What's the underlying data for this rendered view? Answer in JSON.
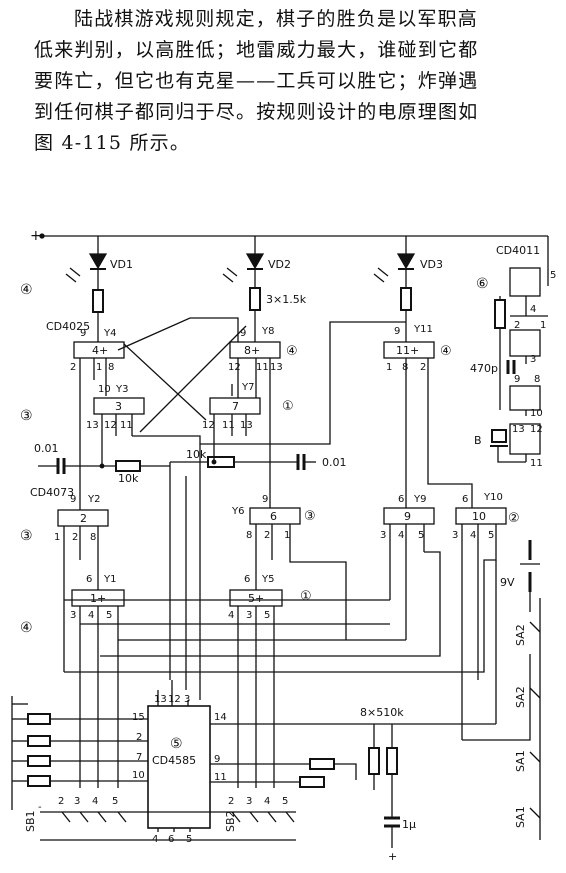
{
  "paragraph": {
    "lines": [
      "陆战棋游戏规则规定，棋子的胜负是以军职高",
      "低来判别，以高胜低；地雷威力最大，谁碰到它都",
      "要阵亡，但它也有克星——工兵可以胜它；炸弹遇",
      "到任何棋子都同归于尽。按规则设计的电原理图如",
      "图 4-115 所示。"
    ]
  },
  "schematic": {
    "supply_plus": "+",
    "leds": [
      "VD1",
      "VD2",
      "VD3"
    ],
    "resistor_led": "3×1.5k",
    "ic_labels": {
      "cd4025": "CD4025",
      "cd4073": "CD4073",
      "cd4011": "CD4011",
      "cd4585": "CD4585",
      "cd4585_num": "⑤"
    },
    "gates": {
      "g4": "4+",
      "g8": "8+",
      "g11": "11+",
      "g3": "3",
      "g7": "7",
      "g2": "2",
      "g6": "6",
      "g9": "9",
      "g10": "10",
      "g1": "1+",
      "g5": "5+"
    },
    "outputs": {
      "y1": "Y1",
      "y2": "Y2",
      "y3": "Y3",
      "y4": "Y4",
      "y5": "Y5",
      "y6": "Y6",
      "y7": "Y7",
      "y8": "Y8",
      "y9": "Y9",
      "y10": "Y10",
      "y11": "Y11"
    },
    "circled": {
      "c1": "①",
      "c2": "②",
      "c3": "③",
      "c4": "④",
      "c5": "⑤",
      "c6": "⑥"
    },
    "components": {
      "cap_left": "0.01",
      "res_left": "10k",
      "res_mid": "10k",
      "cap_mid": "0.01",
      "cap_osc": "470p",
      "buzzer": "B",
      "battery": "9V",
      "res_bank": "8×510k",
      "cap_bottom": "1μ"
    },
    "switches": [
      "SB1",
      "SB2",
      "SA2",
      "SA2",
      "SA1",
      "SA1"
    ],
    "pin_numbers": {
      "p1": "1",
      "p2": "2",
      "p3": "3",
      "p4": "4",
      "p5": "5",
      "p6": "6",
      "p7": "7",
      "p8": "8",
      "p9": "9",
      "p10": "10",
      "p11": "11",
      "p12": "12",
      "p13": "13",
      "p14": "14",
      "p15": "15"
    },
    "minus": "-",
    "plus_bottom": "+"
  }
}
